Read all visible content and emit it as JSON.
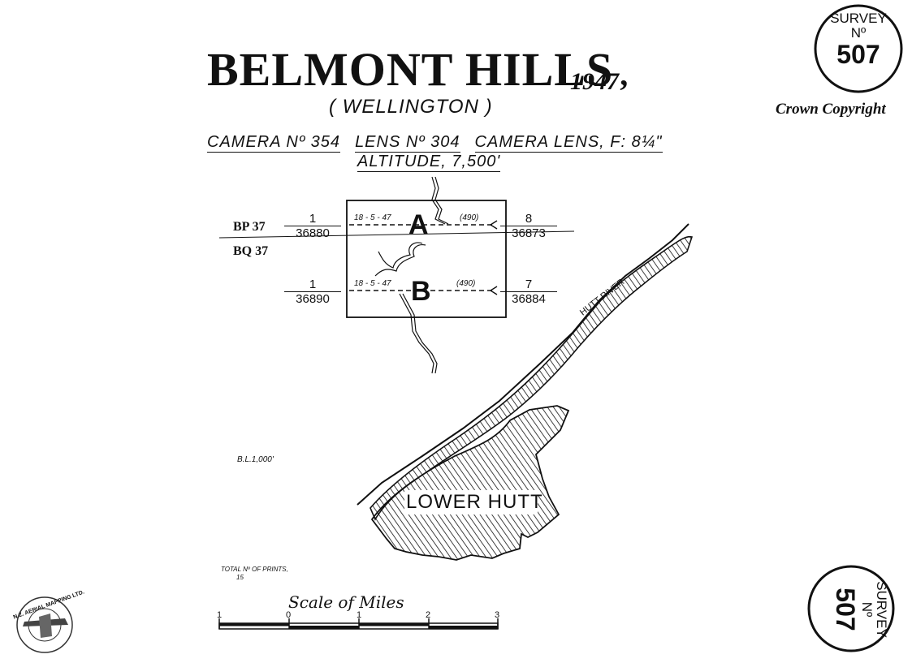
{
  "header": {
    "title_main": "BELMONT HILLS",
    "title_sep": ",",
    "year": "1947",
    "subtitle": "( WELLINGTON )"
  },
  "camera": {
    "camera": "CAMERA Nº 354",
    "lens": "LENS Nº 304",
    "camera_lens": "CAMERA LENS, F: 8¼\"",
    "altitude": "ALTITUDE, 7,500'"
  },
  "badges": {
    "top": {
      "label": "SURVEY",
      "no": "Nº",
      "number": "507"
    },
    "bottom": {
      "label": "SURVEY",
      "no": "Nº",
      "number": "507"
    }
  },
  "copyright": "Crown Copyright",
  "grid": {
    "bp": "BP 37",
    "bq": "BQ 37"
  },
  "runs": [
    {
      "letter": "A",
      "left_num": "1",
      "left_den": "36880",
      "right_num": "8",
      "right_den": "36873",
      "date": "18 - 5 - 47",
      "code": "(490)"
    },
    {
      "letter": "B",
      "left_num": "1",
      "left_den": "36890",
      "right_num": "7",
      "right_den": "36884",
      "date": "18 - 5 - 47",
      "code": "(490)"
    }
  ],
  "map_labels": {
    "river": "HUTT RIVER",
    "town": "LOWER HUTT",
    "bl": "B.L.1,000'"
  },
  "prints": {
    "label": "TOTAL Nº OF PRINTS,",
    "count": "15"
  },
  "scale": {
    "title": "Scale of Miles",
    "ticks": [
      "1",
      "0",
      "1",
      "2",
      "3"
    ]
  },
  "logo": {
    "text": "N.Z. AERIAL MAPPING LTD."
  }
}
